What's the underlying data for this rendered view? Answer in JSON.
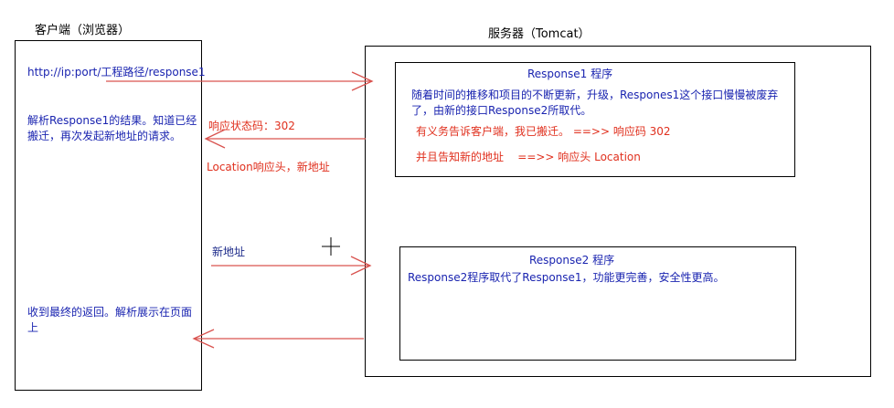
{
  "client": {
    "title": "客户端（浏览器）",
    "url": "http://ip:port/工程路径/response1",
    "parse_note": "解析Response1的结果。知道已经搬迁，再次发起新地址的请求。",
    "final_note": "收到最终的返回。解析展示在页面上"
  },
  "server": {
    "title": "服务器（Tomcat）",
    "response1": {
      "title": "Response1 程序",
      "desc": "随着时间的推移和项目的不断更新，升级，Respones1这个接口慢慢被废弃了，由新的接口Response2所取代。",
      "duty": "有义务告诉客户端，我已搬迁。 ==>> 响应码 302",
      "tell": "并且告知新的地址    ==>> 响应头 Location"
    },
    "response2": {
      "title": "Response2 程序",
      "desc": "Response2程序取代了Response1，功能更完善，安全性更高。"
    }
  },
  "arrows": {
    "status_label": "响应状态码：302",
    "location_label": "Location响应头，新地址",
    "new_address_label": "新地址"
  },
  "colors": {
    "arrow": "#d9534f",
    "blue_text": "#1a24b0",
    "red_text": "#e0301e"
  }
}
